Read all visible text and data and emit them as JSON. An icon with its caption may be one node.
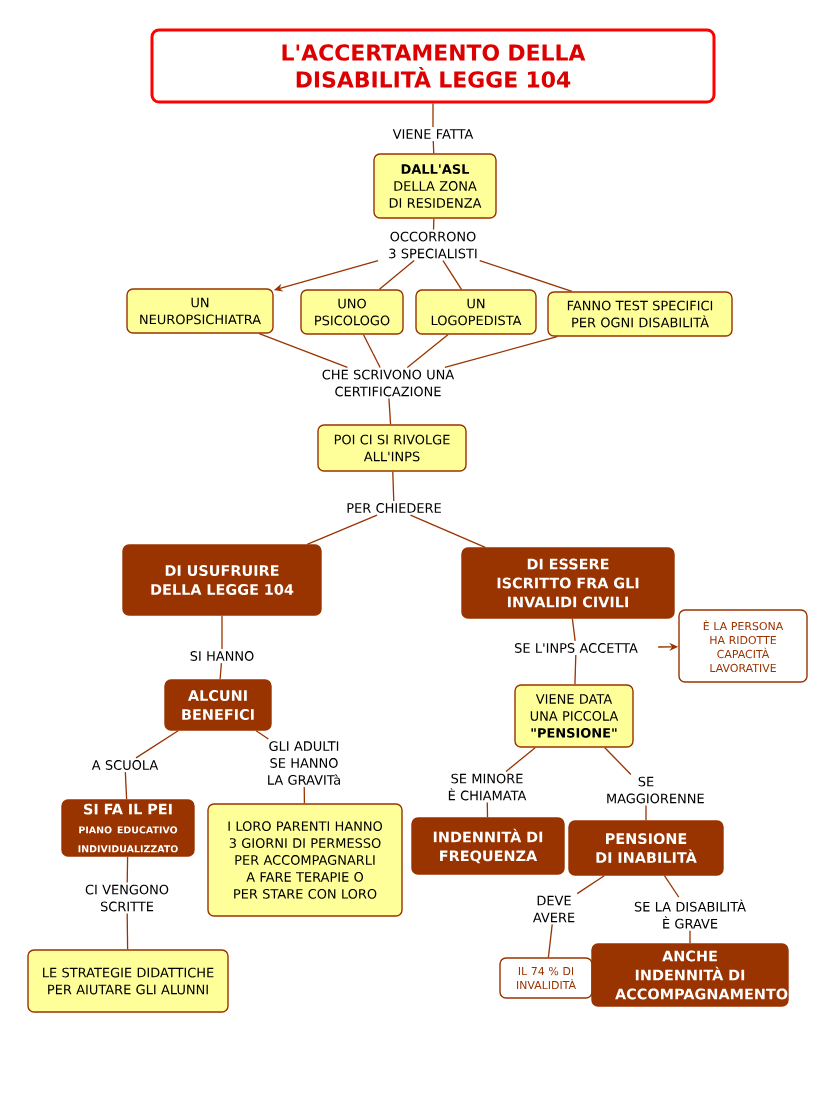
{
  "diagram": {
    "nodes": [
      {
        "text": [
          "L'ACCERTAMENTO DELLA DISABILITÀ LEGGE 104"
        ]
      },
      {
        "text": [
          "VIENE FATTA"
        ]
      },
      {
        "text": [
          "**DALL'ASL** DELLA ZONA DI RESIDENZA"
        ]
      },
      {
        "text": [
          "OCCORRONO 3 SPECIALISTI"
        ]
      },
      {
        "text": [
          "UN NEUROPSICHIATRA"
        ]
      },
      {
        "text": [
          "UNO PSICOLOGO"
        ]
      },
      {
        "text": [
          "UN LOGOPEDISTA"
        ]
      },
      {
        "text": [
          "FANNO TEST SPECIFICI PER OGNI DISABILITÀ"
        ]
      },
      {
        "text": [
          "CHE SCRIVONO UNA CERTIFICAZIONE"
        ]
      },
      {
        "text": [
          "POI CI SI RIVOLGE ALL'INPS"
        ]
      },
      {
        "text": [
          "PER CHIEDERE"
        ]
      },
      {
        "text": [
          "DI USUFRUIRE DELLA LEGGE 104"
        ]
      },
      {
        "text": [
          "DI ESSERE ISCRITTO FRA GLI INVALIDI CIVILI"
        ]
      },
      {
        "text": [
          "SI HANNO"
        ]
      },
      {
        "text": [
          "ALCUNI BENEFICI"
        ]
      },
      {
        "text": [
          "A SCUOLA"
        ]
      },
      {
        "text": [
          "GLI ADULTI SE HANNO LA GRAVITà"
        ]
      },
      {
        "text": [
          "SI FA IL PEI",
          "PIANO EDUCATIVO INDIVIDUALIZZATO"
        ]
      },
      {
        "text": [
          "I LORO PARENTI HANNO 3 GIORNI DI PERMESSO PER ACCOMPAGNARLI A FARE TERAPIE O PER STARE CON LORO"
        ]
      },
      {
        "text": [
          "CI VENGONO SCRITTE"
        ]
      },
      {
        "text": [
          "LE STRATEGIE DIDATTICHE PER AIUTARE GLI ALUNNI"
        ]
      },
      {
        "text": [
          "SE L'INPS ACCETTA"
        ]
      },
      {
        "text": [
          "È LA PERSONA HA RIDOTTE CAPACITÀ LAVORATIVE"
        ]
      },
      {
        "text": [
          "VIENE DATA UNA PICCOLA **\"PENSIONE\"**"
        ]
      },
      {
        "text": [
          "SE MINORE È CHIAMATA"
        ]
      },
      {
        "text": [
          "SE MAGGIORENNE"
        ]
      },
      {
        "text": [
          "INDENNITÀ DI FREQUENZA"
        ]
      },
      {
        "text": [
          "PENSIONE DI INABILITÀ"
        ]
      },
      {
        "text": [
          "DEVE AVERE"
        ]
      },
      {
        "text": [
          "SE LA DISABILITÀ È GRAVE"
        ]
      },
      {
        "text": [
          "IL 74 % DI INVALIDITÀ"
        ]
      },
      {
        "text": [
          "ANCHE INDENNITÀ DI ACCOMPAGNAMENTO"
        ]
      }
    ],
    "edges": [
      {
        "from": 0,
        "to": 1,
        "arrow": "none"
      },
      {
        "from": 1,
        "to": 2,
        "arrow": "none"
      },
      {
        "from": 2,
        "to": 3,
        "arrow": "none"
      },
      {
        "from": 3,
        "to": 4,
        "arrow": "to"
      },
      {
        "from": 3,
        "to": 5,
        "arrow": "none"
      },
      {
        "from": 3,
        "to": 6,
        "arrow": "none"
      },
      {
        "from": 3,
        "to": 7,
        "arrow": "none"
      },
      {
        "from": 4,
        "to": 8,
        "arrow": "none"
      },
      {
        "from": 5,
        "to": 8,
        "arrow": "none"
      },
      {
        "from": 6,
        "to": 8,
        "arrow": "none"
      },
      {
        "from": 7,
        "to": 8,
        "arrow": "none"
      },
      {
        "from": 8,
        "to": 9,
        "arrow": "none"
      },
      {
        "from": 9,
        "to": 10,
        "arrow": "none"
      },
      {
        "from": 10,
        "to": 11,
        "arrow": "none"
      },
      {
        "from": 10,
        "to": 12,
        "arrow": "none"
      },
      {
        "from": 11,
        "to": 13,
        "arrow": "none"
      },
      {
        "from": 13,
        "to": 14,
        "arrow": "none"
      },
      {
        "from": 14,
        "to": 15,
        "arrow": "none"
      },
      {
        "from": 14,
        "to": 16,
        "arrow": "none"
      },
      {
        "from": 15,
        "to": 17,
        "arrow": "none"
      },
      {
        "from": 16,
        "to": 18,
        "arrow": "none"
      },
      {
        "from": 17,
        "to": 19,
        "arrow": "none"
      },
      {
        "from": 19,
        "to": 20,
        "arrow": "none"
      },
      {
        "from": 12,
        "to": 21,
        "arrow": "none"
      },
      {
        "from": 21,
        "to": 22,
        "arrow": "to"
      },
      {
        "from": 21,
        "to": 23,
        "arrow": "none"
      },
      {
        "from": 23,
        "to": 24,
        "arrow": "none"
      },
      {
        "from": 23,
        "to": 25,
        "arrow": "none"
      },
      {
        "from": 24,
        "to": 26,
        "arrow": "none"
      },
      {
        "from": 25,
        "to": 27,
        "arrow": "none"
      },
      {
        "from": 27,
        "to": 28,
        "arrow": "none"
      },
      {
        "from": 27,
        "to": 29,
        "arrow": "none"
      },
      {
        "from": 28,
        "to": 30,
        "arrow": "none"
      },
      {
        "from": 29,
        "to": 31,
        "arrow": "none"
      }
    ]
  }
}
